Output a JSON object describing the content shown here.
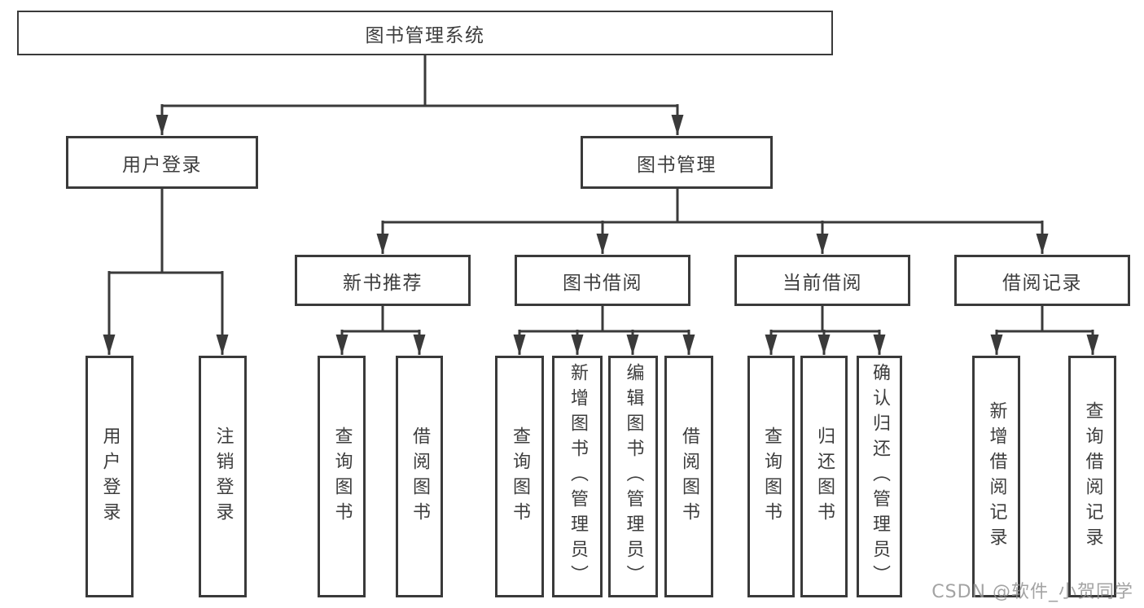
{
  "nodes": {
    "root": "图书管理系统",
    "l2": [
      "用户登录",
      "图书管理"
    ],
    "l3": [
      "新书推荐",
      "图书借阅",
      "当前借阅",
      "借阅记录"
    ],
    "leafA": [
      "用户登录",
      "注销登录"
    ],
    "leafB": [
      "查询图书",
      "借阅图书"
    ],
    "leafC": [
      "查询图书",
      "新增图书（管理员）",
      "编辑图书（管理员）",
      "借阅图书"
    ],
    "leafD": [
      "查询图书",
      "归还图书",
      "确认归还（管理员）"
    ],
    "leafE": [
      "新增借阅记录",
      "查询借阅记录"
    ]
  },
  "watermark": "CSDN @软件_小贺同学",
  "colors": {
    "line": "#3a3a3a",
    "text": "#3d3d3d",
    "watermark": "#939393",
    "background": "#ffffff"
  }
}
